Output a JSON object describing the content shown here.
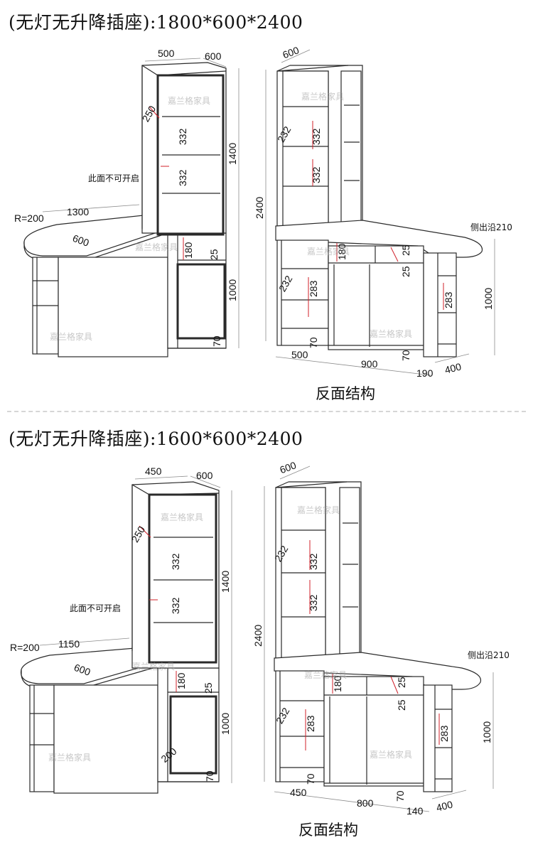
{
  "sections": [
    {
      "title": "(无灯无升降插座):1800*600*2400",
      "caption": "反面结构",
      "watermark": "嘉兰格家具",
      "front": {
        "width_top": "500",
        "depth_top": "600",
        "shelf_top": "250",
        "shelf_1": "332",
        "shelf_2": "332",
        "upper_height": "1400",
        "note": "此面不可开启",
        "radius": "R=200",
        "counter_len": "1300",
        "counter_depth": "600",
        "drawer": "180",
        "drawer_gap": "25",
        "lower_height": "1000",
        "base": "70",
        "side_door": ""
      },
      "back": {
        "depth_top": "600",
        "total_height": "2400",
        "shelf_top": "232",
        "shelf_1": "332",
        "shelf_2": "332",
        "drawer": "180",
        "gap_1": "25",
        "gap_2": "25",
        "lower_left": "232",
        "lower_shelf": "283",
        "side_edge": "侧出沿210",
        "side_height": "1000",
        "right_shelf": "283",
        "base_1": "70",
        "base_2": "70",
        "width_left": "500",
        "width_mid": "900",
        "width_right": "190",
        "depth_right": "400"
      }
    },
    {
      "title": "(无灯无升降插座):1600*600*2400",
      "caption": "反面结构",
      "watermark": "嘉兰格家具",
      "front": {
        "width_top": "450",
        "depth_top": "600",
        "shelf_top": "250",
        "shelf_1": "332",
        "shelf_2": "332",
        "upper_height": "1400",
        "note": "此面不可开启",
        "radius": "R=200",
        "counter_len": "1150",
        "counter_depth": "600",
        "drawer": "180",
        "drawer_gap": "25",
        "lower_height": "1000",
        "base": "70",
        "side_door": "200"
      },
      "back": {
        "depth_top": "600",
        "total_height": "2400",
        "shelf_top": "232",
        "shelf_1": "332",
        "shelf_2": "332",
        "drawer": "180",
        "gap_1": "25",
        "gap_2": "25",
        "lower_left": "232",
        "lower_shelf": "283",
        "side_edge": "侧出沿210",
        "side_height": "1000",
        "right_shelf": "283",
        "base_1": "70",
        "base_2": "70",
        "width_left": "450",
        "width_mid": "800",
        "width_right": "140",
        "depth_right": "400"
      }
    }
  ]
}
